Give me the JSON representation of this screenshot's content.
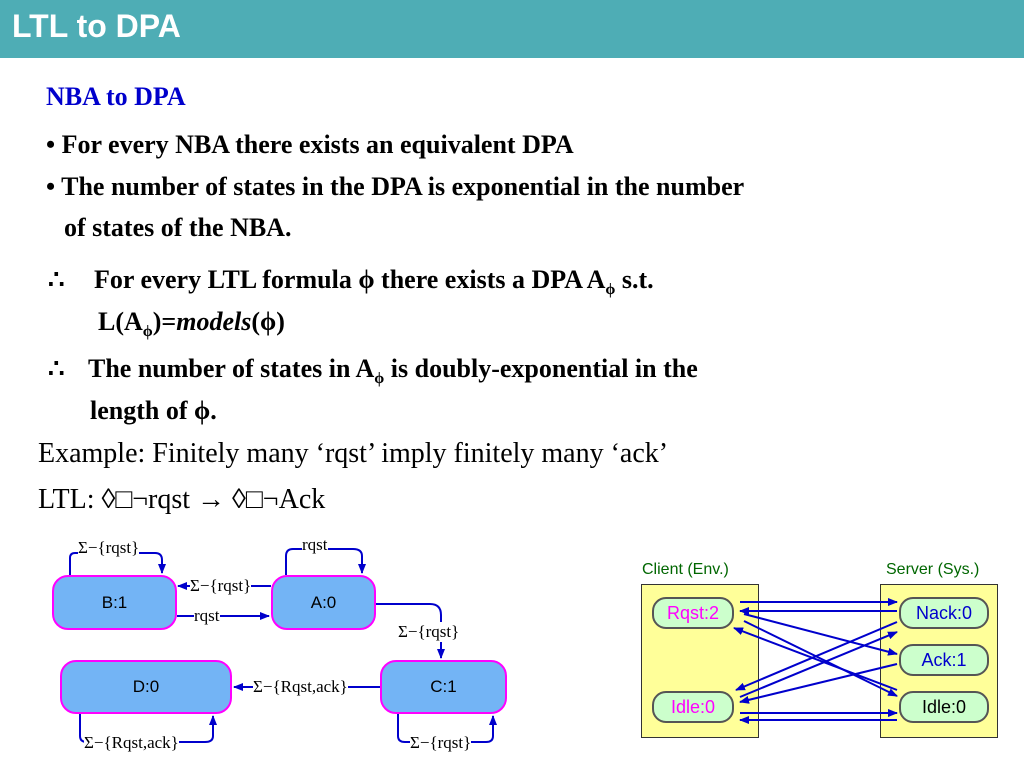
{
  "slide_title": "LTL to DPA",
  "section_heading": "NBA to DPA",
  "bullet1": "• For every NBA there exists an equivalent DPA",
  "bullet2_line1": "• The number of states in the DPA is exponential in the number",
  "bullet2_line2": "of states of the NBA.",
  "therefore": "∴",
  "claim1": {
    "line1_a": "For every LTL formula ϕ there exists a DPA A",
    "line1_sub": "ϕ",
    "line1_b": " s.t.",
    "line2_a": "L(A",
    "line2_sub": "ϕ",
    "line2_b": ")=",
    "line2_italic": "models",
    "line2_c": "(ϕ)"
  },
  "claim2": {
    "line1_a": "The number of states in A",
    "line1_sub": "ϕ",
    "line1_b": " is doubly-exponential in the",
    "line2": "length of ϕ."
  },
  "example": "Example: Finitely many ‘rqst’ imply finitely many ‘ack’",
  "ltl_formula": "LTL:  ◊□¬rqst → ◊□¬Ack",
  "automaton": {
    "states": {
      "B": "B:1",
      "A": "A:0",
      "C": "C:1",
      "D": "D:0"
    },
    "labels": {
      "b_self": "Σ−{rqst}",
      "a_self": "rqst",
      "a_to_b": "Σ−{rqst}",
      "b_to_a": "rqst",
      "a_to_c": "Σ−{rqst}",
      "c_to_d": "Σ−{Rqst,ack}",
      "d_self": "Σ−{Rqst,ack}",
      "c_self": "Σ−{rqst}"
    }
  },
  "game": {
    "client_title": "Client (Env.)",
    "server_title": "Server (Sys.)",
    "client_states": [
      "Rqst:2",
      "Idle:0"
    ],
    "server_states": [
      "Nack:0",
      "Ack:1",
      "Idle:0"
    ]
  },
  "colors": {
    "title_bar": "#4eadb5",
    "heading": "#0000cc",
    "state_fill": "#73b4f5",
    "state_border": "#ff00ff",
    "edge": "#0000cc",
    "panel_fill": "#ffff99",
    "game_state_fill": "#ccffcc",
    "game_title": "#006600"
  }
}
